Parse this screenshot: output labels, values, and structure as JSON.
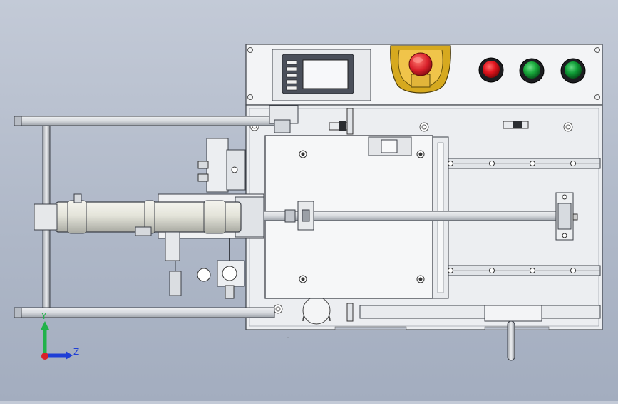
{
  "view": {
    "background_top": "#c3cad7",
    "background_bottom": "#a3adbf"
  },
  "triad": {
    "axes": [
      {
        "label": "Y",
        "color": "#21b24a"
      },
      {
        "label": "Z",
        "color": "#1f3fd6"
      }
    ],
    "origin_color": "#d8202a"
  },
  "control_panel": {
    "hmi_color": "#4a4f5a",
    "emergency_stop": {
      "shroud_color": "#d6a91f",
      "button_color": "#d8202a"
    },
    "pilot_lamps": [
      {
        "name": "red-lamp",
        "color": "#e0141d"
      },
      {
        "name": "green-lamp",
        "color": "#18a83a"
      },
      {
        "name": "green-lamp",
        "color": "#0e9b35"
      }
    ]
  },
  "colors": {
    "panel": "#f1f2f4",
    "outline": "#3c4048",
    "steel": "#c9ced6",
    "rail": "#dfe2e7",
    "cylinder": "#e2e2d8"
  }
}
